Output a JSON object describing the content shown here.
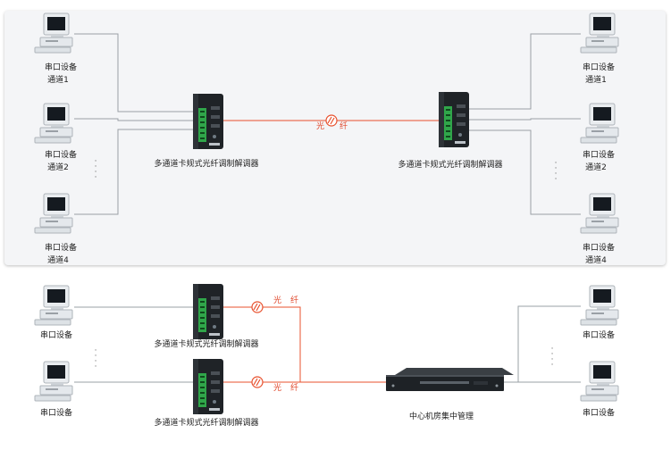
{
  "top": {
    "left_devices": [
      {
        "name": "串口设备",
        "channel": "通道1"
      },
      {
        "name": "串口设备",
        "channel": "通道2"
      },
      {
        "name": "串口设备",
        "channel": "通道4"
      }
    ],
    "right_devices": [
      {
        "name": "串口设备",
        "channel": "通道1"
      },
      {
        "name": "串口设备",
        "channel": "通道2"
      },
      {
        "name": "串口设备",
        "channel": "通道4"
      }
    ],
    "modem_left": "多通道卡规式光纤调制解调器",
    "modem_right": "多通道卡规式光纤调制解调器",
    "fiber_a": "光",
    "fiber_b": "纤"
  },
  "bottom": {
    "left_devices": [
      {
        "name": "串口设备"
      },
      {
        "name": "串口设备"
      }
    ],
    "right_devices": [
      {
        "name": "串口设备"
      },
      {
        "name": "串口设备"
      }
    ],
    "modem_1": "多通道卡规式光纤调制解调器",
    "modem_2": "多通道卡规式光纤调制解调器",
    "fiber_1a": "光",
    "fiber_1b": "纤",
    "fiber_2a": "光",
    "fiber_2b": "纤",
    "center": "中心机房集中管理"
  },
  "colors": {
    "fiber_line": "#e8502d",
    "copper_line": "#9aa0a6",
    "panel_bg": "#f4f5f7"
  },
  "icons": {
    "device": "computer-icon",
    "modem": "modem-icon",
    "rack": "rack-unit-icon",
    "fiber": "fiber-coil-icon"
  }
}
